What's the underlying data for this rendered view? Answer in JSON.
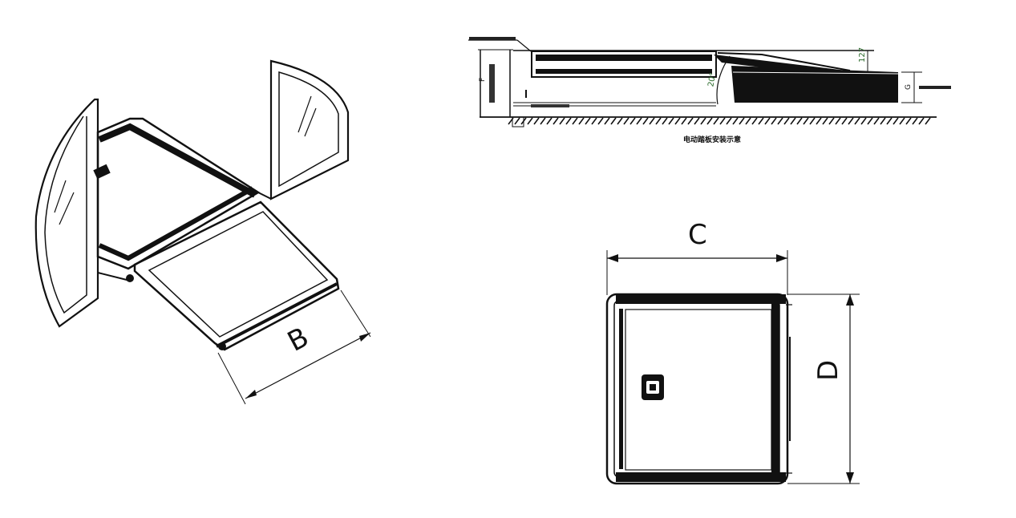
{
  "iso_view": {
    "dim_b": "B"
  },
  "side_view": {
    "dim_f": "F",
    "dim_g": "G",
    "dim_127": "127",
    "angle": "20°",
    "ground_caption": "电动踏板安装示意"
  },
  "top_view": {
    "dim_c": "C",
    "dim_d": "D"
  },
  "colors": {
    "line": "#111111",
    "dim_green": "#2c6b2c"
  }
}
